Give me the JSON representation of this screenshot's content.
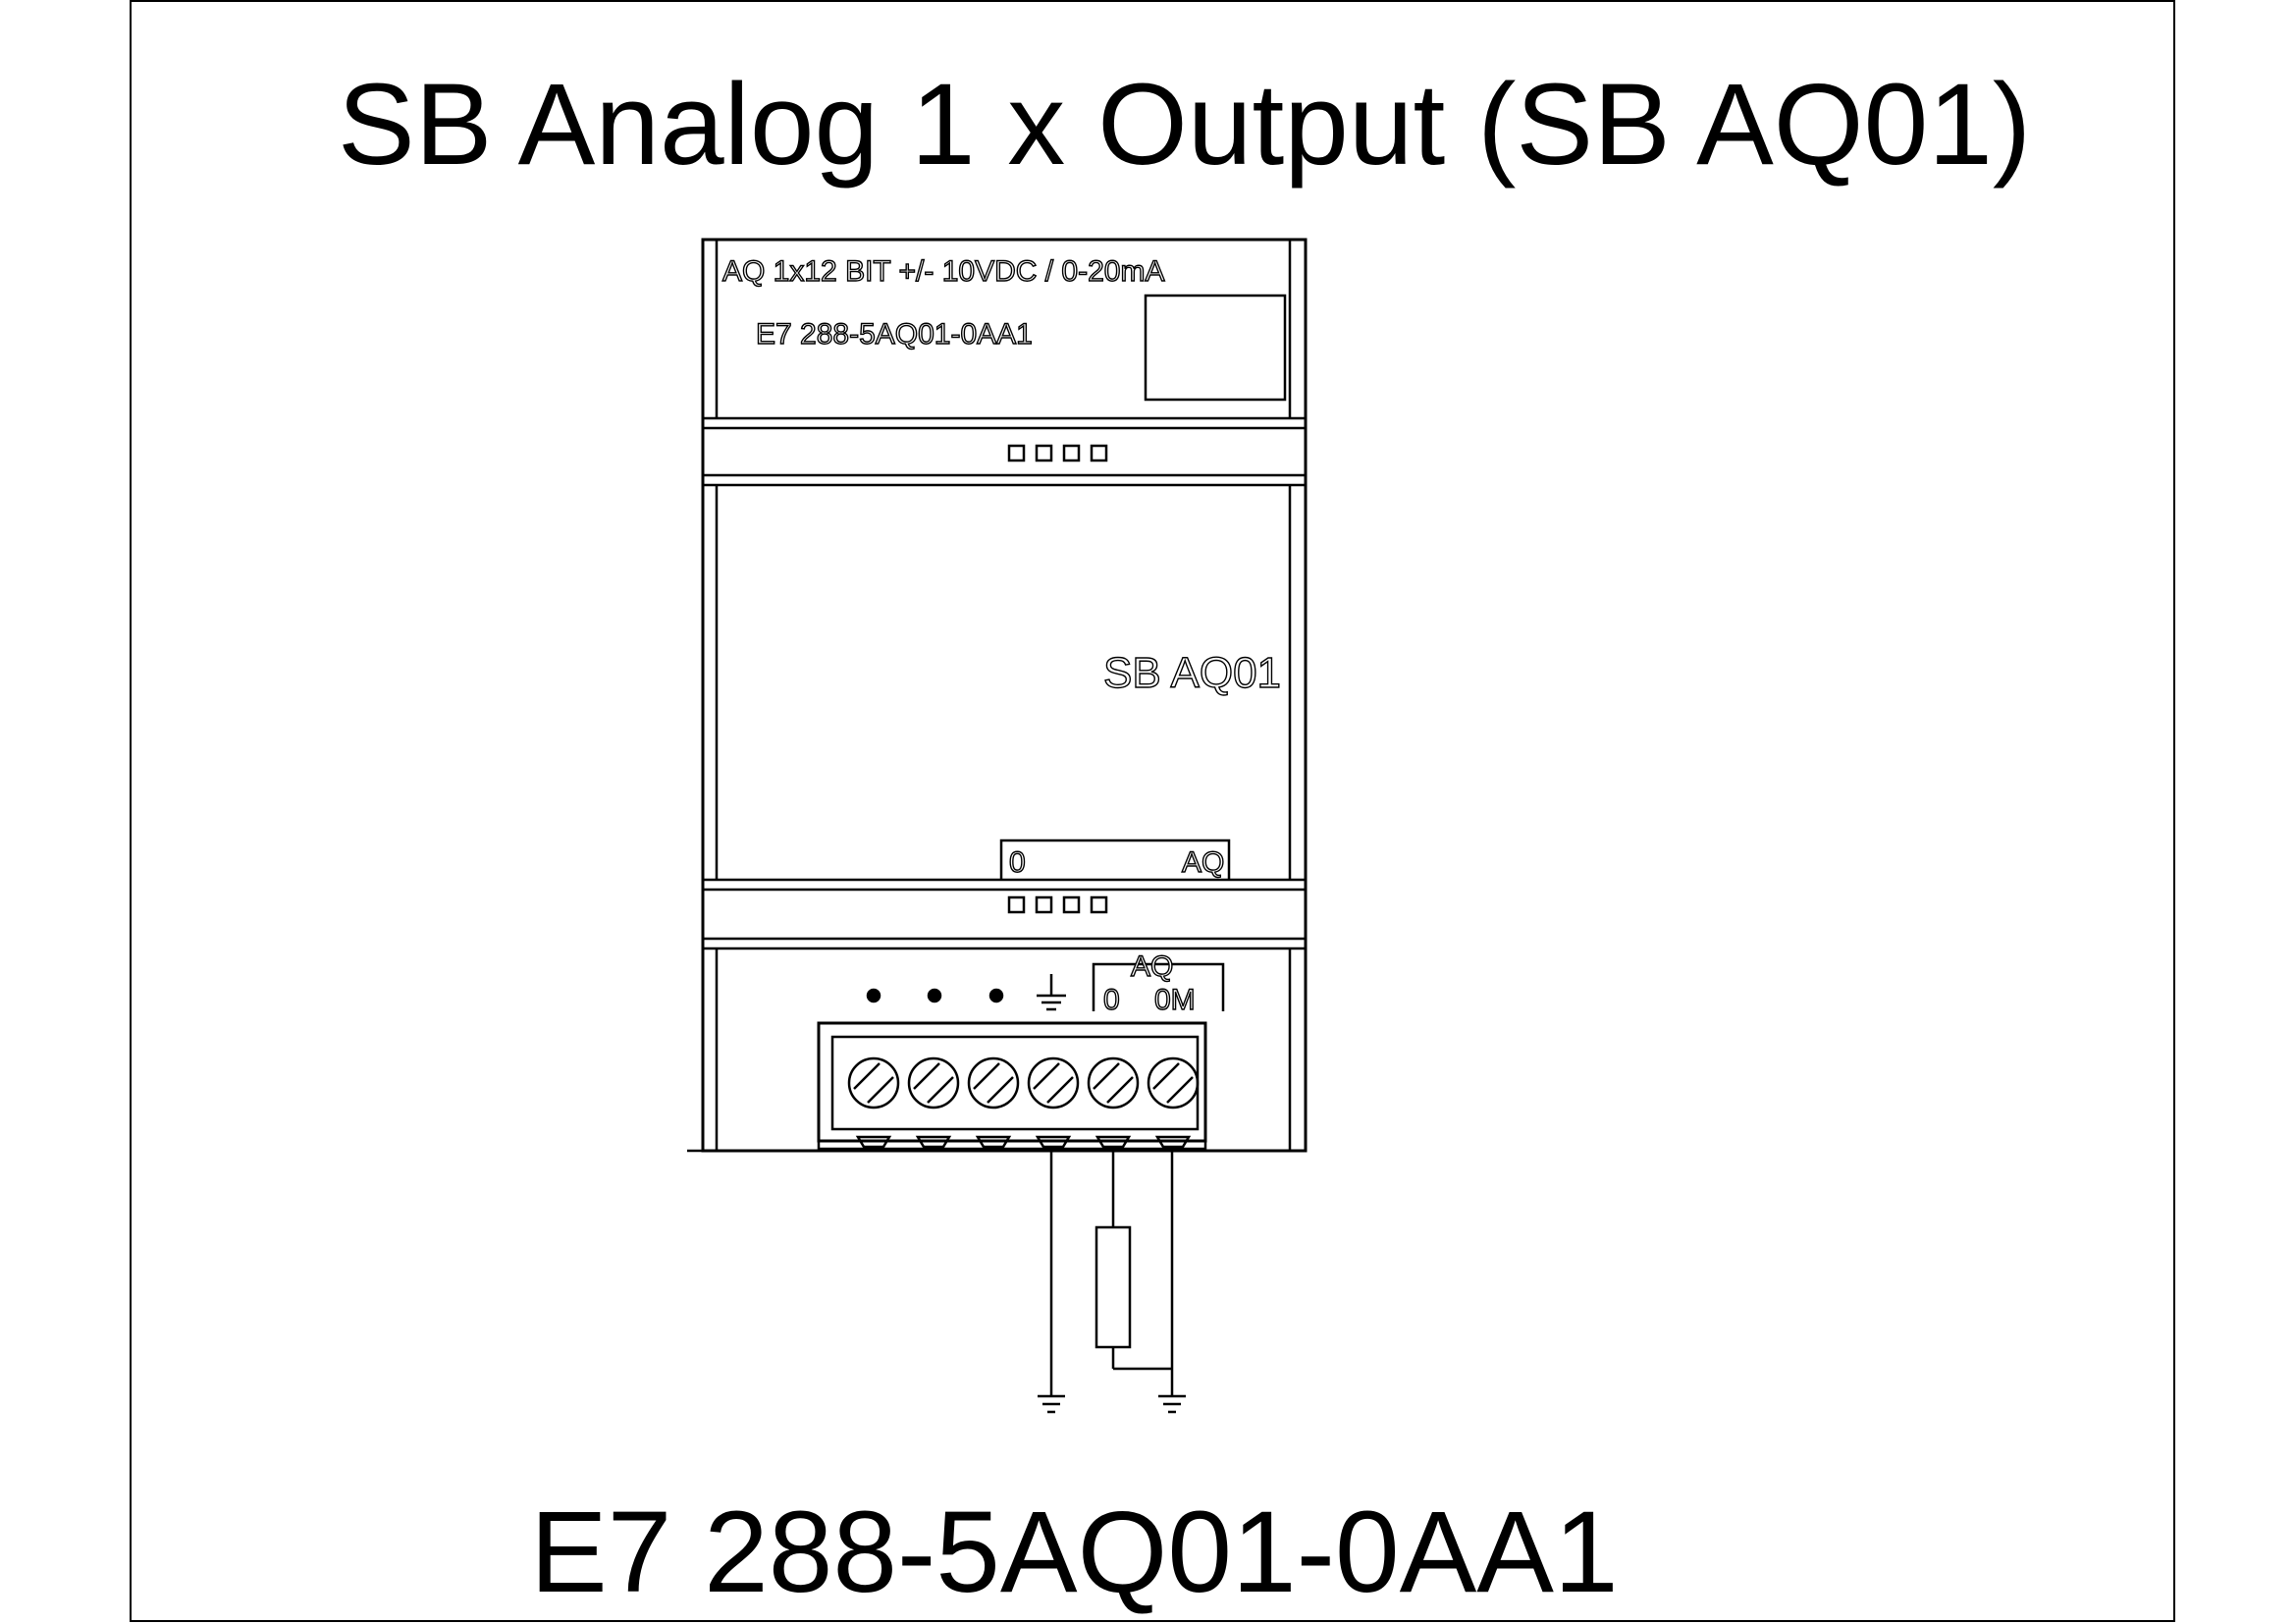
{
  "title": "SB Analog 1 x Output (SB AQ01)",
  "order_number": "E7 288-5AQ01-0AA1",
  "module": {
    "spec_label": "AQ 1x12 BIT +/- 10VDC / 0-20mA",
    "order_label": "E7 288-5AQ01-0AA1",
    "name_label": "SB AQ01",
    "status_channel": "0",
    "status_group": "AQ"
  },
  "terminals": {
    "group_label": "AQ",
    "channel_label": "0",
    "common_label": "0M",
    "count": 6
  },
  "colors": {
    "line": "#000000",
    "background": "#ffffff"
  }
}
